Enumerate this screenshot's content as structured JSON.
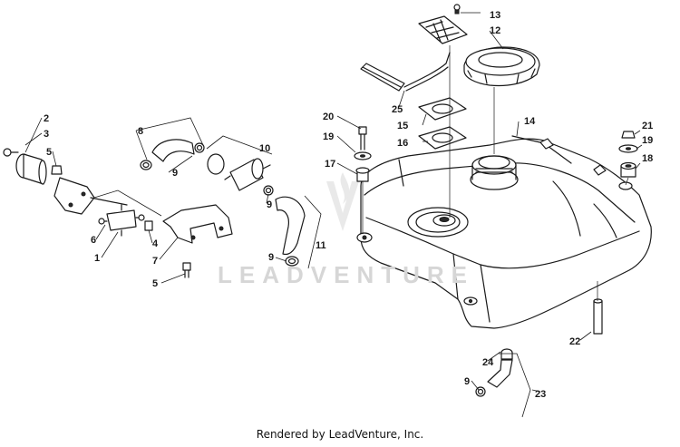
{
  "callouts": {
    "c1": "1",
    "c2": "2",
    "c3": "3",
    "c4": "4",
    "c5a": "5",
    "c5b": "5",
    "c6": "6",
    "c7": "7",
    "c8": "8",
    "c9a": "9",
    "c9b": "9",
    "c9c": "9",
    "c9d": "9",
    "c10": "10",
    "c11": "11",
    "c12": "12",
    "c13": "13",
    "c14": "14",
    "c15": "15",
    "c16": "16",
    "c17": "17",
    "c18": "18",
    "c19a": "19",
    "c19b": "19",
    "c20": "20",
    "c21": "21",
    "c22": "22",
    "c23": "23",
    "c24": "24",
    "c25": "25"
  },
  "watermark": "LEADVENTURE",
  "footer": "Rendered by LeadVenture, Inc."
}
